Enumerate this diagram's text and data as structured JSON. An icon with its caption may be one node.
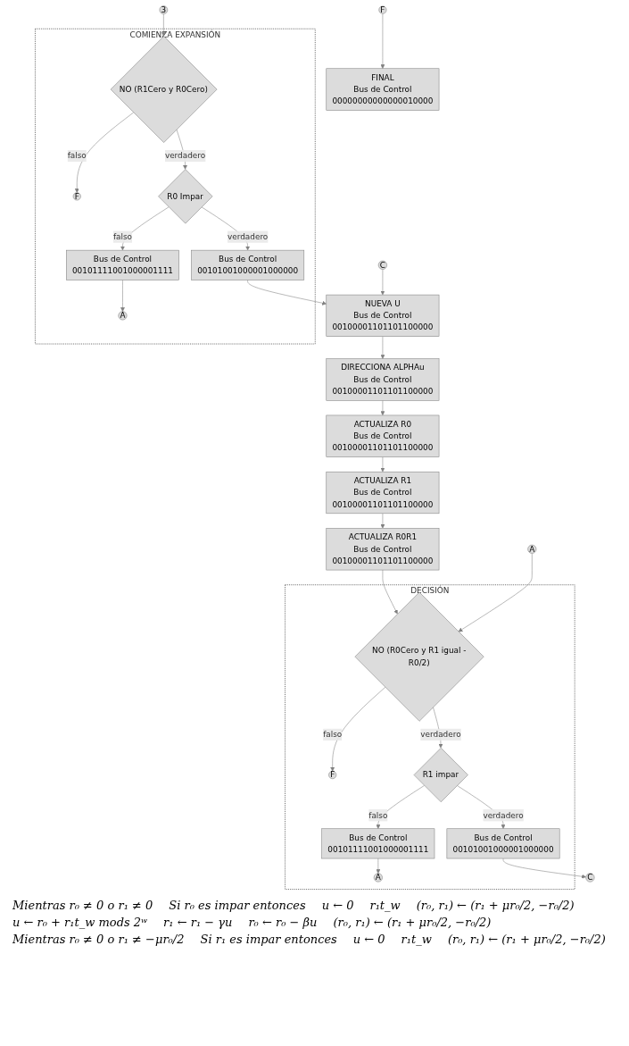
{
  "diagram": {
    "nodes": [
      {
        "text": [
          "3"
        ]
      },
      {
        "text": [
          "COMIENZA EXPANSIÓN"
        ]
      },
      {
        "text": [
          "NO (R1Cero y R0Cero)"
        ],
        "in": 1
      },
      {
        "text": [
          "F"
        ],
        "in": 1
      },
      {
        "text": [
          "R0 Impar"
        ],
        "in": 1
      },
      {
        "text": [
          "Bus de Control",
          "00101001000001000000"
        ],
        "in": 1
      },
      {
        "text": [
          "A"
        ],
        "in": 1
      },
      {
        "text": [
          "Bus de Control",
          "00101111001000001111"
        ],
        "in": 1
      },
      {
        "text": [
          "NUEVA U",
          "Bus de Control",
          "00100001101101100000"
        ]
      },
      {
        "text": [
          "C"
        ]
      },
      {
        "text": [
          "DIRECCIONA ALPHAu",
          "Bus de Control",
          "00100001101101100000"
        ]
      },
      {
        "text": [
          "ACTUALIZA R0",
          "Bus de Control",
          "00100001101101100000"
        ]
      },
      {
        "text": [
          "ACTUALIZA R1",
          "Bus de Control",
          "00100001101101100000"
        ]
      },
      {
        "text": [
          "ACTUALIZA R0R1",
          "Bus de Control",
          "00100001101101100000"
        ]
      },
      {
        "text": [
          "DECISIÓN"
        ]
      },
      {
        "text": [
          "A"
        ]
      },
      {
        "text": [
          "NO (R0Cero y R1 igual -R0/2)"
        ],
        "in": 14
      },
      {
        "text": [
          "F"
        ],
        "in": 14
      },
      {
        "text": [
          "R1 impar"
        ],
        "in": 14
      },
      {
        "text": [
          "Bus de Control",
          "00101001000001000000"
        ],
        "in": 14
      },
      {
        "text": [
          "A"
        ],
        "in": 14
      },
      {
        "text": [
          "Bus de Control",
          "00101111001000001111"
        ],
        "in": 14
      },
      {
        "text": [
          "C"
        ]
      },
      {
        "text": [
          "F"
        ]
      },
      {
        "text": [
          "FINAL",
          "Bus de Control",
          "00000000000000010000"
        ]
      }
    ],
    "edges": [
      {
        "from": 0,
        "to": 2,
        "arrow": "to"
      },
      {
        "from": 2,
        "to": 3,
        "label": "falso",
        "arrow": "to"
      },
      {
        "from": 2,
        "to": 4,
        "label": "verdadero",
        "arrow": "to"
      },
      {
        "from": 4,
        "to": 5,
        "label": "verdadero",
        "arrow": "to"
      },
      {
        "from": 4,
        "to": 7,
        "label": "falso",
        "arrow": "to"
      },
      {
        "from": 7,
        "to": 6,
        "arrow": "to"
      },
      {
        "from": 5,
        "to": 8,
        "arrow": "to"
      },
      {
        "from": 9,
        "to": 8,
        "arrow": "to"
      },
      {
        "from": 8,
        "to": 10,
        "arrow": "to"
      },
      {
        "from": 10,
        "to": 11,
        "arrow": "to"
      },
      {
        "from": 11,
        "to": 12,
        "arrow": "to"
      },
      {
        "from": 12,
        "to": 13,
        "arrow": "to"
      },
      {
        "from": 13,
        "to": 16,
        "arrow": "to"
      },
      {
        "from": 15,
        "to": 16,
        "arrow": "to"
      },
      {
        "from": 16,
        "to": 17,
        "label": "falso",
        "arrow": "to"
      },
      {
        "from": 16,
        "to": 18,
        "label": "verdadero",
        "arrow": "to"
      },
      {
        "from": 18,
        "to": 19,
        "label": "verdadero",
        "arrow": "to"
      },
      {
        "from": 18,
        "to": 21,
        "label": "falso",
        "arrow": "to"
      },
      {
        "from": 21,
        "to": 20,
        "arrow": "to"
      },
      {
        "from": 19,
        "to": 22,
        "arrow": "to"
      },
      {
        "from": 23,
        "to": 24,
        "arrow": "to"
      }
    ],
    "labels": [
      "Mientras r₀ ≠ 0 o r₁ ≠ 0",
      "Si r₀ es impar entonces",
      "u ← 0",
      "r₁t_w",
      "(r₀, r₁) ← (r₁ + μr₀/2, −r₀/2)",
      "u ← r₀ + r₁t_w mods 2ʷ",
      "r₁ ← r₁ − γu",
      "r₀ ← r₀ − βu",
      "(r₀, r₁) ← (r₁ + μr₀/2, −r₀/2)",
      "Mientras r₀ ≠ 0 o r₁ ≠ −μr₀/2",
      "Si r₁ es impar entonces",
      "u ← 0",
      "r₁t_w",
      "(r₀, r₁) ← (r₁ + μr₀/2, −r₀/2)"
    ]
  }
}
